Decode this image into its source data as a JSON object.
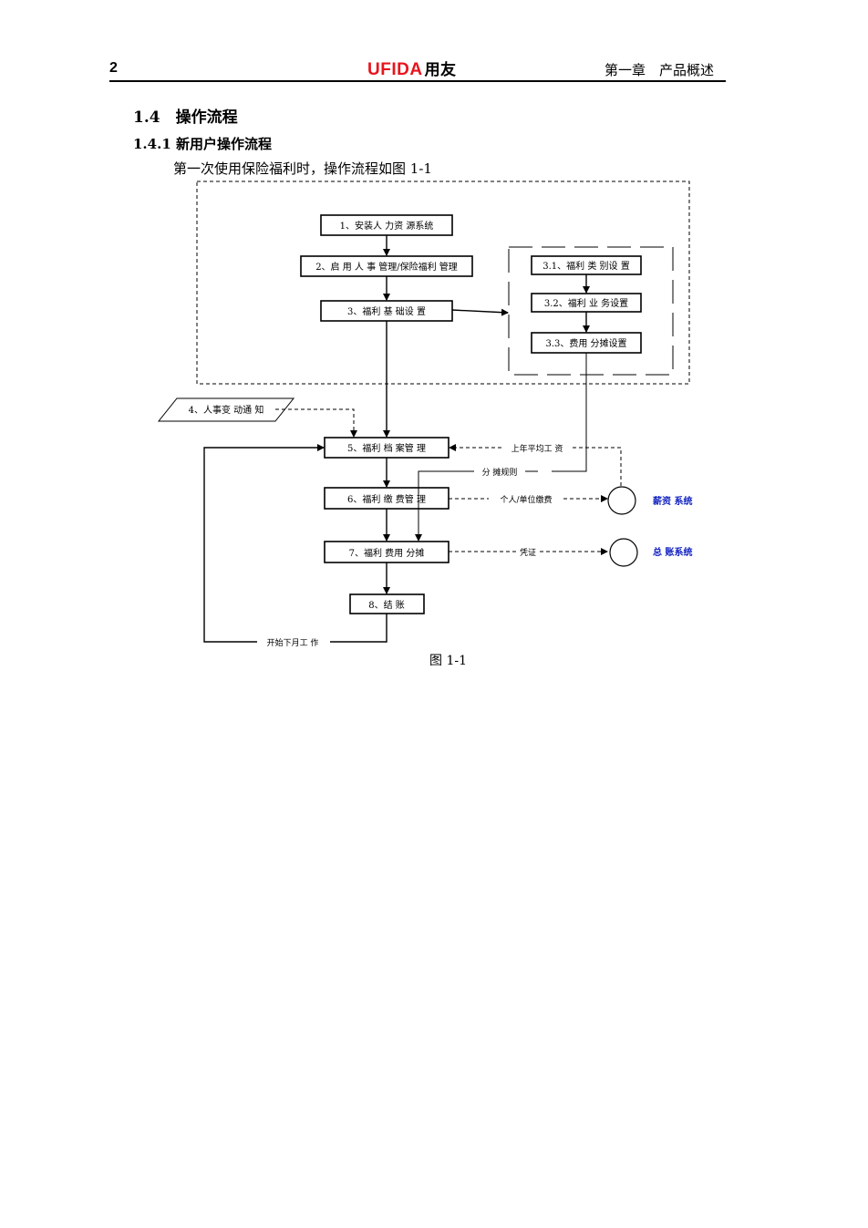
{
  "header": {
    "page_number": "2",
    "logo_latin": "UFIDA",
    "logo_cn": "用友",
    "chapter": "第一章　产品概述"
  },
  "section": {
    "heading": "1.4　操作流程",
    "subheading": "1.4.1 新用户操作流程",
    "intro": "第一次使用保险福利时，操作流程如图 1-1"
  },
  "diagram": {
    "step1": "1、安装人 力资 源系统",
    "step2": "2、启 用 人 事 管理/保险福利 管理",
    "step3": "3、福利 基 础设 置",
    "step3_1": "3.1、福利 类 别设 置",
    "step3_2": "3.2、福利 业 务设置",
    "step3_3": "3.3、费用 分摊设置",
    "step4": "4、人事变 动通 知",
    "step5": "5、福利 档 案管 理",
    "step6": "6、福利 缴 费管 理",
    "step7": "7、福利 费用 分摊",
    "step8": "8、结 账",
    "label_salary_avg": "上年平均工 资",
    "label_alloc_rule": "分 摊规则",
    "label_payment": "个人/单位缴费",
    "label_voucher": "凭证",
    "label_next_month": "开始下月工 作",
    "ext_salary": "薪资 系统",
    "ext_ledger": "总 账系统"
  },
  "caption": "图 1-1"
}
